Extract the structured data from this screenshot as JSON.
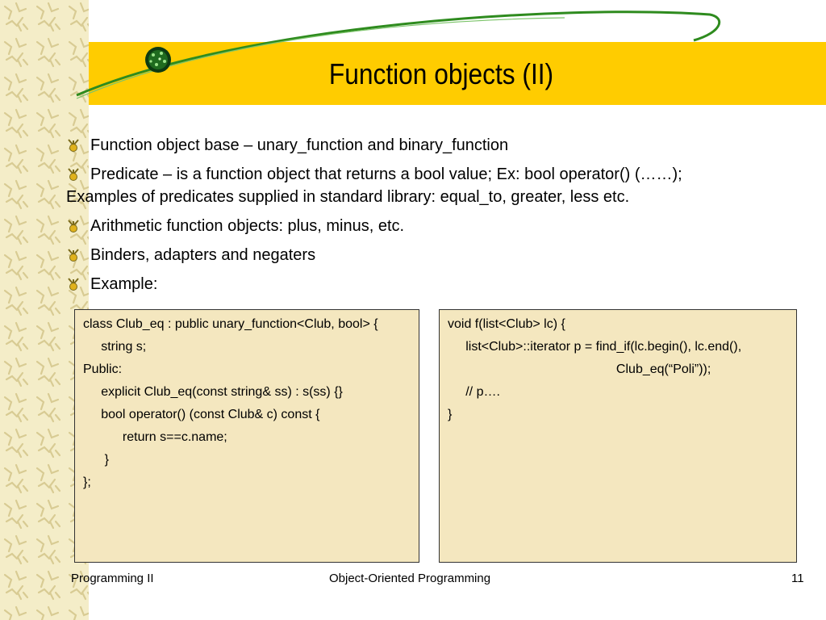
{
  "slide": {
    "title": "Function objects (II)",
    "bullets": [
      {
        "text": "Function object base – unary_function and binary_function"
      },
      {
        "text": "Predicate – is a function object that returns a bool value; Ex: bool operator() (……);",
        "continuation": "Examples of predicates supplied in standard library: equal_to, greater, less etc."
      },
      {
        "text": "Arithmetic function objects: plus, minus, etc."
      },
      {
        "text": "Binders, adapters and negaters"
      },
      {
        "text": "Example:"
      }
    ],
    "code_left": [
      "class Club_eq : public unary_function<Club, bool> {",
      "     string s;",
      "Public:",
      "     explicit Club_eq(const string& ss) : s(ss) {}",
      "     bool operator() (const Club& c) const {",
      "           return s==c.name;",
      "      }",
      "};"
    ],
    "code_right": [
      "void f(list<Club> lc) {",
      "     list<Club>::iterator p = find_if(lc.begin(), lc.end(),",
      "                                               Club_eq(“Poli”));",
      "     // p….",
      "}"
    ],
    "footer": {
      "left": "Programming II",
      "center": "Object-Oriented Programming",
      "right": "11"
    }
  },
  "colors": {
    "title_bar": "#ffcc00",
    "code_bg": "#f4e7bf",
    "sidebar_bg": "#f4edc8",
    "swoosh": "#2e8b1e"
  },
  "icons": {
    "bullet": "arrow-star-bullet-icon",
    "orb": "green-orb-icon"
  }
}
